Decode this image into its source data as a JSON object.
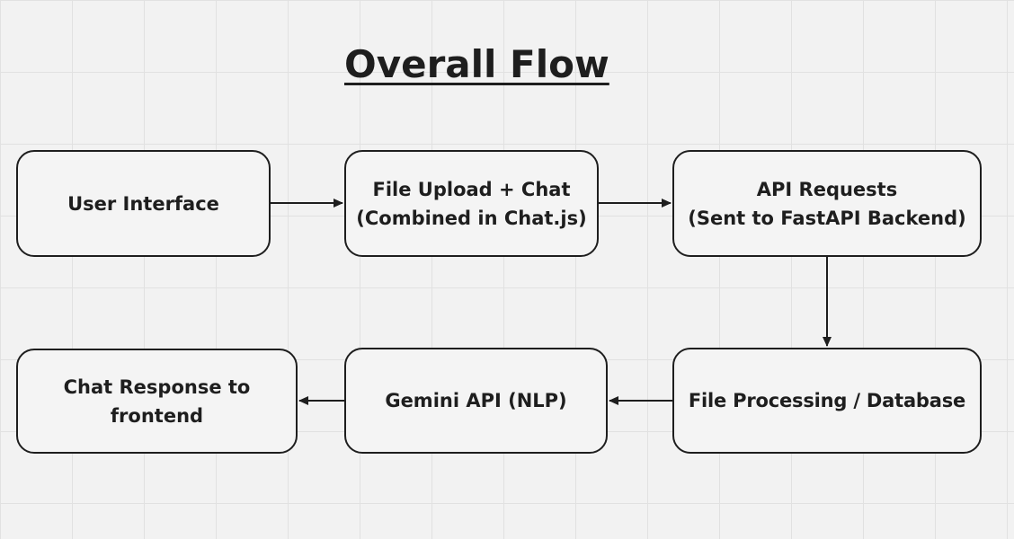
{
  "diagram": {
    "title": "Overall Flow",
    "nodes": [
      {
        "id": "n1",
        "label": "User Interface"
      },
      {
        "id": "n2",
        "label": "File Upload + Chat\n(Combined in Chat.js)"
      },
      {
        "id": "n3",
        "label": "API Requests\n (Sent to FastAPI Backend)"
      },
      {
        "id": "n4",
        "label": "File Processing / Database"
      },
      {
        "id": "n5",
        "label": "Gemini API (NLP)"
      },
      {
        "id": "n6",
        "label": "Chat Response to\nfrontend"
      }
    ],
    "edges": [
      {
        "from": "n1",
        "to": "n2"
      },
      {
        "from": "n2",
        "to": "n3"
      },
      {
        "from": "n3",
        "to": "n4"
      },
      {
        "from": "n4",
        "to": "n5"
      },
      {
        "from": "n5",
        "to": "n6"
      }
    ],
    "colors": {
      "background": "#f2f2f2",
      "grid": "#e1e1e1",
      "stroke": "#1e1e1e",
      "node_fill": "#f4f4f4",
      "text": "#1e1e1e"
    }
  }
}
